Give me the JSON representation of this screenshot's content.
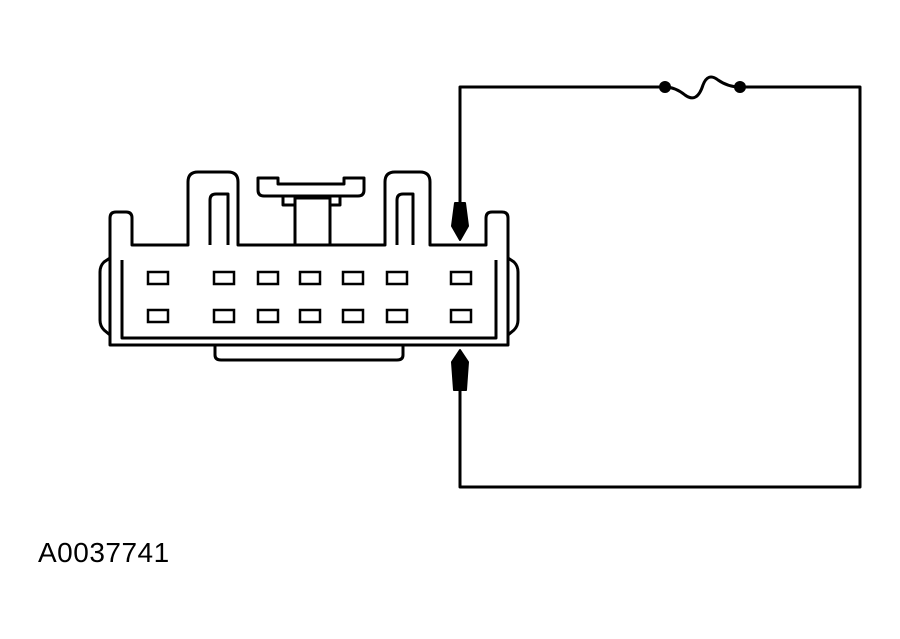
{
  "figure": {
    "id_label": "A0037741"
  },
  "connector": {
    "pin_rows": 2,
    "pins_per_row": 7
  },
  "circuit": {
    "fuse_icon": "fuse-icon",
    "probe_icon": "test-probe-icon"
  },
  "colors": {
    "line": "#000000",
    "background": "#ffffff"
  }
}
